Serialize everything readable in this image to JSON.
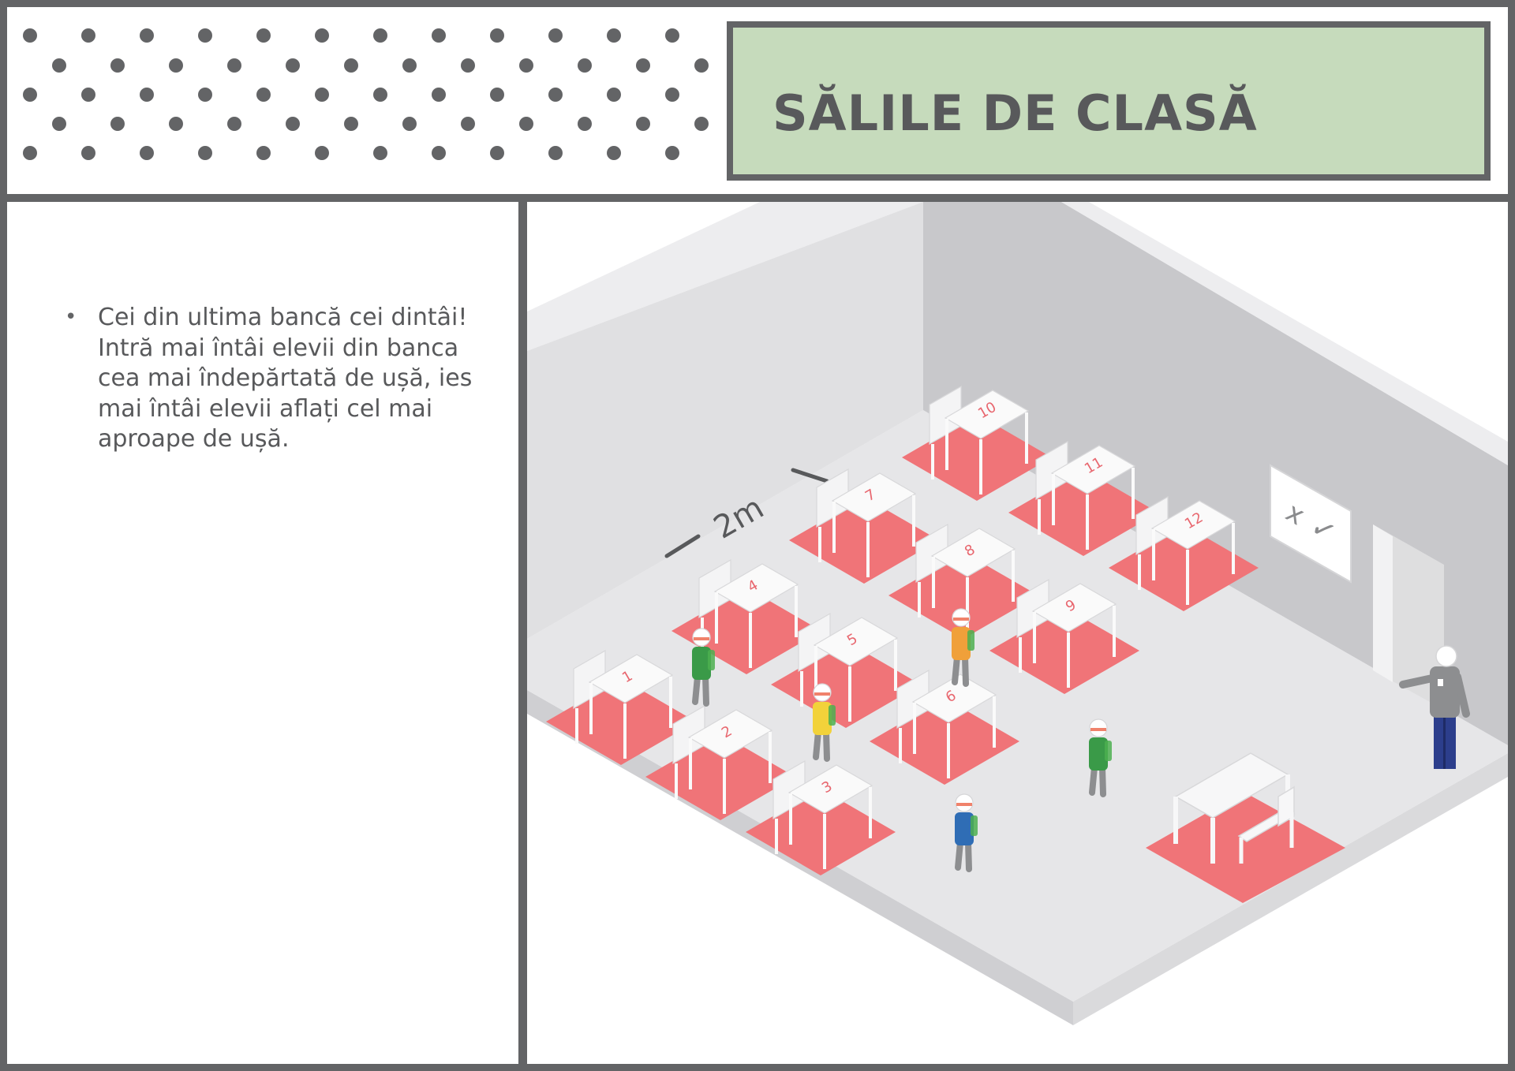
{
  "title": "SĂLILE DE CLASĂ",
  "content": {
    "bullets": [
      "Cei din ultima bancă cei dintâi! Intră mai întâi elevii din banca cea mai îndepărtată de ușă, ies mai întâi elevii aflați cel mai aproape de ușă."
    ]
  },
  "illustration": {
    "distance_label": "2m",
    "desks": [
      {
        "number": "1"
      },
      {
        "number": "2"
      },
      {
        "number": "3"
      },
      {
        "number": "4"
      },
      {
        "number": "5"
      },
      {
        "number": "6"
      },
      {
        "number": "7"
      },
      {
        "number": "8"
      },
      {
        "number": "9"
      },
      {
        "number": "10"
      },
      {
        "number": "11"
      },
      {
        "number": "12"
      }
    ],
    "students": [
      {
        "shirt_color": "#3a9a48"
      },
      {
        "shirt_color": "#f0a03a"
      },
      {
        "shirt_color": "#f2d23a"
      },
      {
        "shirt_color": "#3a9a48"
      },
      {
        "shirt_color": "#2f6db5"
      }
    ],
    "teacher": {
      "shirt_color": "#8d8e90",
      "pants_color": "#2c3e8c"
    },
    "whiteboard_marks": [
      "x",
      "✓"
    ]
  },
  "colors": {
    "frame": "#636466",
    "title_bg": "#c6dbbc",
    "text": "#58595b",
    "floor_mark": "#f07478",
    "floor": "#e3e3e5",
    "wall": "#c8c8cb"
  }
}
